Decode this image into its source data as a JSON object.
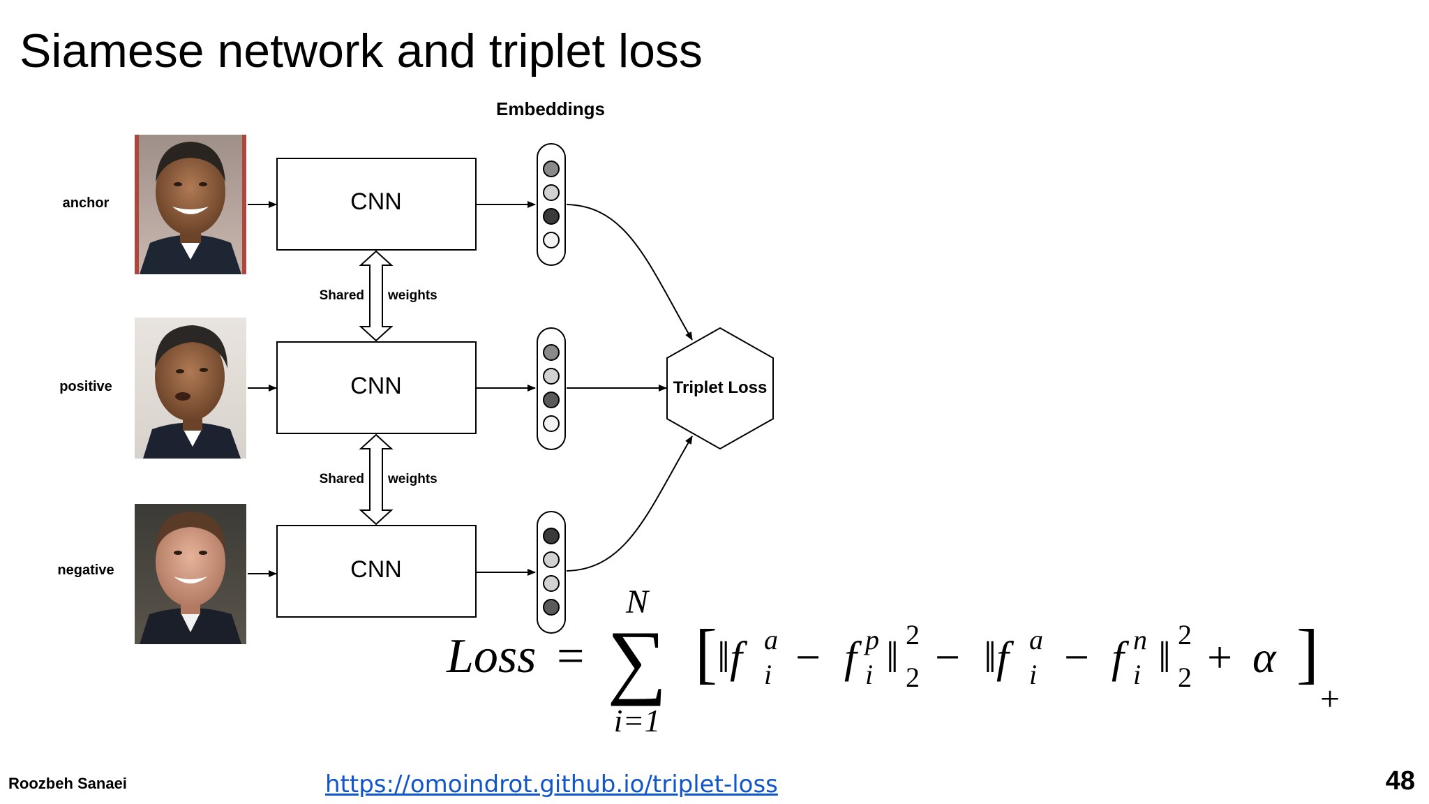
{
  "slide": {
    "title": "Siamese network and triplet loss"
  },
  "diagram": {
    "embeddings_title": "Embeddings",
    "rows": [
      {
        "label": "anchor",
        "network": "CNN",
        "dots": [
          "#8a8a8a",
          "#d2d2d2",
          "#3a3a3a",
          "#f2f2f2"
        ]
      },
      {
        "label": "positive",
        "network": "CNN",
        "dots": [
          "#8a8a8a",
          "#d2d2d2",
          "#5a5a5a",
          "#f2f2f2"
        ]
      },
      {
        "label": "negative",
        "network": "CNN",
        "dots": [
          "#3a3a3a",
          "#d2d2d2",
          "#d2d2d2",
          "#5a5a5a"
        ]
      }
    ],
    "shared_weights": [
      {
        "left": "Shared",
        "right": "weights"
      },
      {
        "left": "Shared",
        "right": "weights"
      }
    ],
    "loss_node": "Triplet Loss"
  },
  "formula": {
    "lhs": "Loss",
    "sum_upper": "N",
    "sum_lower": "i=1",
    "plus_subscript": "+"
  },
  "footer": {
    "author": "Roozbeh Sanaei",
    "link": "https://omoindrot.github.io/triplet-loss",
    "page_number": "48"
  },
  "colors": {
    "link": "#1155cc",
    "stroke": "#000000"
  }
}
